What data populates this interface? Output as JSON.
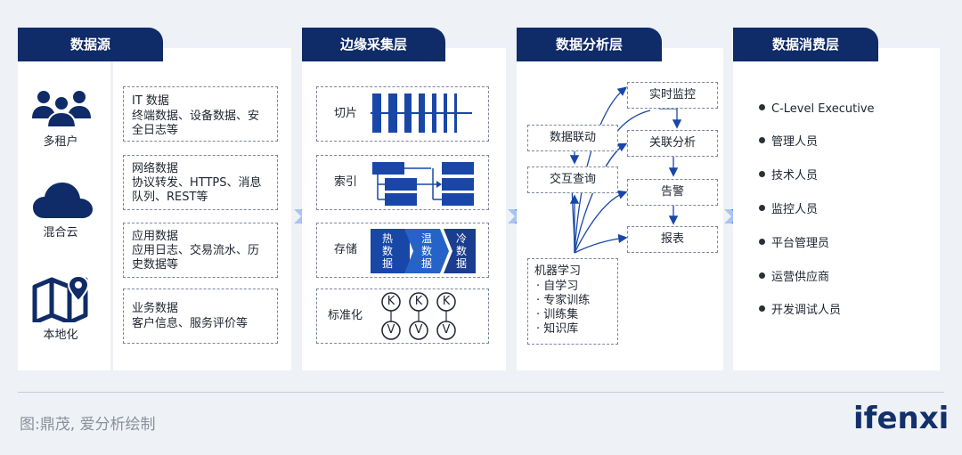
{
  "columns": [
    {
      "title": "数据源"
    },
    {
      "title": "边缘采集层"
    },
    {
      "title": "数据分析层"
    },
    {
      "title": "数据消费层"
    }
  ],
  "source": {
    "deployments": [
      {
        "label": "多租户",
        "icon": "users-icon"
      },
      {
        "label": "混合云",
        "icon": "cloud-icon"
      },
      {
        "label": "本地化",
        "icon": "map-pin-icon"
      }
    ],
    "cards": [
      {
        "title": "IT 数据",
        "lines": [
          "终端数据、设备数据、安",
          "全日志等"
        ]
      },
      {
        "title": "网络数据",
        "lines": [
          "协议转发、HTTPS、消息",
          "队列、REST等"
        ]
      },
      {
        "title": "应用数据",
        "lines": [
          "应用日志、交易流水、历",
          "史数据等"
        ]
      },
      {
        "title": "业务数据",
        "lines": [
          "客户信息、服务评价等"
        ]
      }
    ]
  },
  "edge": {
    "rows": [
      {
        "label": "切片"
      },
      {
        "label": "索引"
      },
      {
        "label": "存储"
      },
      {
        "label": "标准化"
      }
    ],
    "storage_tiers": [
      {
        "label": "热数据",
        "color": "#1947a8"
      },
      {
        "label": "温数据",
        "color": "#2563c9"
      },
      {
        "label": "冷数据",
        "color": "#1b3d8f"
      }
    ],
    "kv": {
      "k": "K",
      "v": "V"
    }
  },
  "analysis": {
    "left": [
      "数据联动",
      "交互查询"
    ],
    "right": [
      "实时监控",
      "关联分析",
      "告警",
      "报表"
    ],
    "ml_title": "机器学习",
    "ml_items": [
      "· 自学习",
      "· 专家训练",
      "· 训练集",
      "· 知识库"
    ]
  },
  "consumers": [
    "C-Level Executive",
    "管理人员",
    "技术人员",
    "监控人员",
    "平台管理员",
    "运营供应商",
    "开发调试人员"
  ],
  "footer": {
    "caption": "图:鼎茂, 爱分析绘制",
    "brand": "ifenxi"
  },
  "colors": {
    "navy": "#0f2b68",
    "blue": "#1947a8",
    "arrow": "#3b82f6"
  }
}
